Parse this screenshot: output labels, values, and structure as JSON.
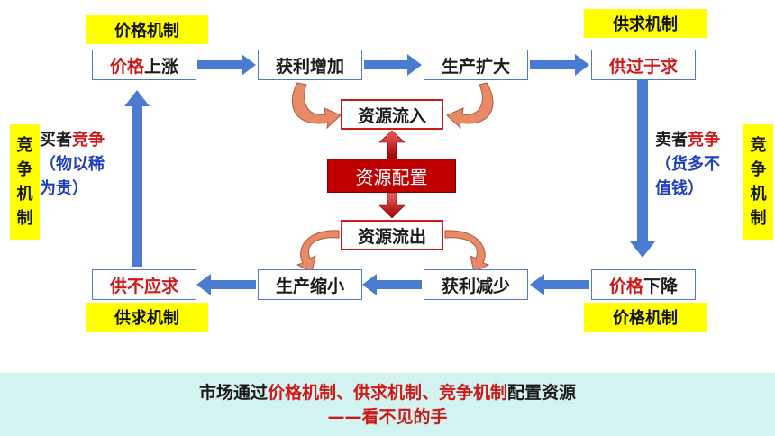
{
  "labels": {
    "top_left": "价格机制",
    "top_right": "供求机制",
    "bottom_left": "供求机制",
    "bottom_right": "价格机制"
  },
  "top_row": {
    "b1_red": "价格",
    "b1_black": "上涨",
    "b2": "获利增加",
    "b3": "生产扩大",
    "b4_red": "供过于求"
  },
  "bottom_row": {
    "b1_red": "供不应求",
    "b2": "生产缩小",
    "b3": "获利减少",
    "b4_red": "价格",
    "b4_black": "下降"
  },
  "center": {
    "inflow": "资源流入",
    "allocation": "资源配置",
    "outflow": "资源流出"
  },
  "left": {
    "vertical_chars": [
      "竞",
      "争",
      "机",
      "制"
    ],
    "line1_black": "买者",
    "line1_red": "竞争",
    "line2": "（物以稀",
    "line3": "为贵）"
  },
  "right": {
    "vertical_chars": [
      "竞",
      "争",
      "机",
      "制"
    ],
    "line1_black": "卖者",
    "line1_red": "竞争",
    "line2": "（货多不",
    "line3": "值钱）"
  },
  "footer": {
    "pre": "市场通过",
    "m1": "价格机制",
    "sep1": "、",
    "m2": "供求机制",
    "sep2": "、",
    "m3": "竞争机制",
    "post": "配置资源",
    "dash": "——",
    "tail": "看不见的手"
  },
  "colors": {
    "accent_red": "#d01818",
    "arrow_blue": "#4a7bd0",
    "label_yellow": "#ffff00",
    "footer_bg": "#d2f3ef"
  }
}
